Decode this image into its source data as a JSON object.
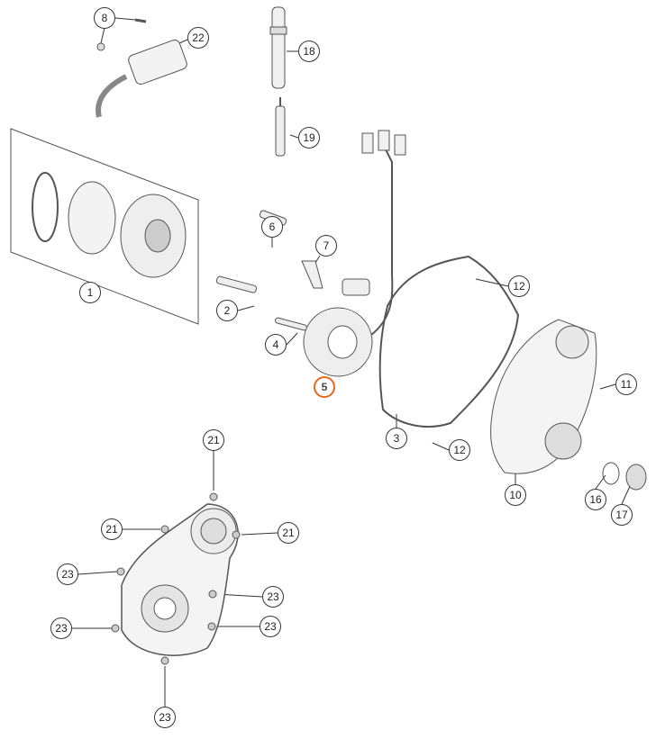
{
  "diagram": {
    "selected_color": "#e8671c",
    "callouts": [
      {
        "label": "8"
      },
      {
        "label": "22"
      },
      {
        "label": "18"
      },
      {
        "label": "19"
      },
      {
        "label": "1"
      },
      {
        "label": "6"
      },
      {
        "label": "7"
      },
      {
        "label": "2"
      },
      {
        "label": "4"
      },
      {
        "label": "5",
        "selected": true
      },
      {
        "label": "12"
      },
      {
        "label": "3"
      },
      {
        "label": "12"
      },
      {
        "label": "11"
      },
      {
        "label": "10"
      },
      {
        "label": "16"
      },
      {
        "label": "17"
      },
      {
        "label": "21"
      },
      {
        "label": "21"
      },
      {
        "label": "21"
      },
      {
        "label": "23"
      },
      {
        "label": "23"
      },
      {
        "label": "23"
      },
      {
        "label": "23"
      },
      {
        "label": "23"
      }
    ]
  }
}
